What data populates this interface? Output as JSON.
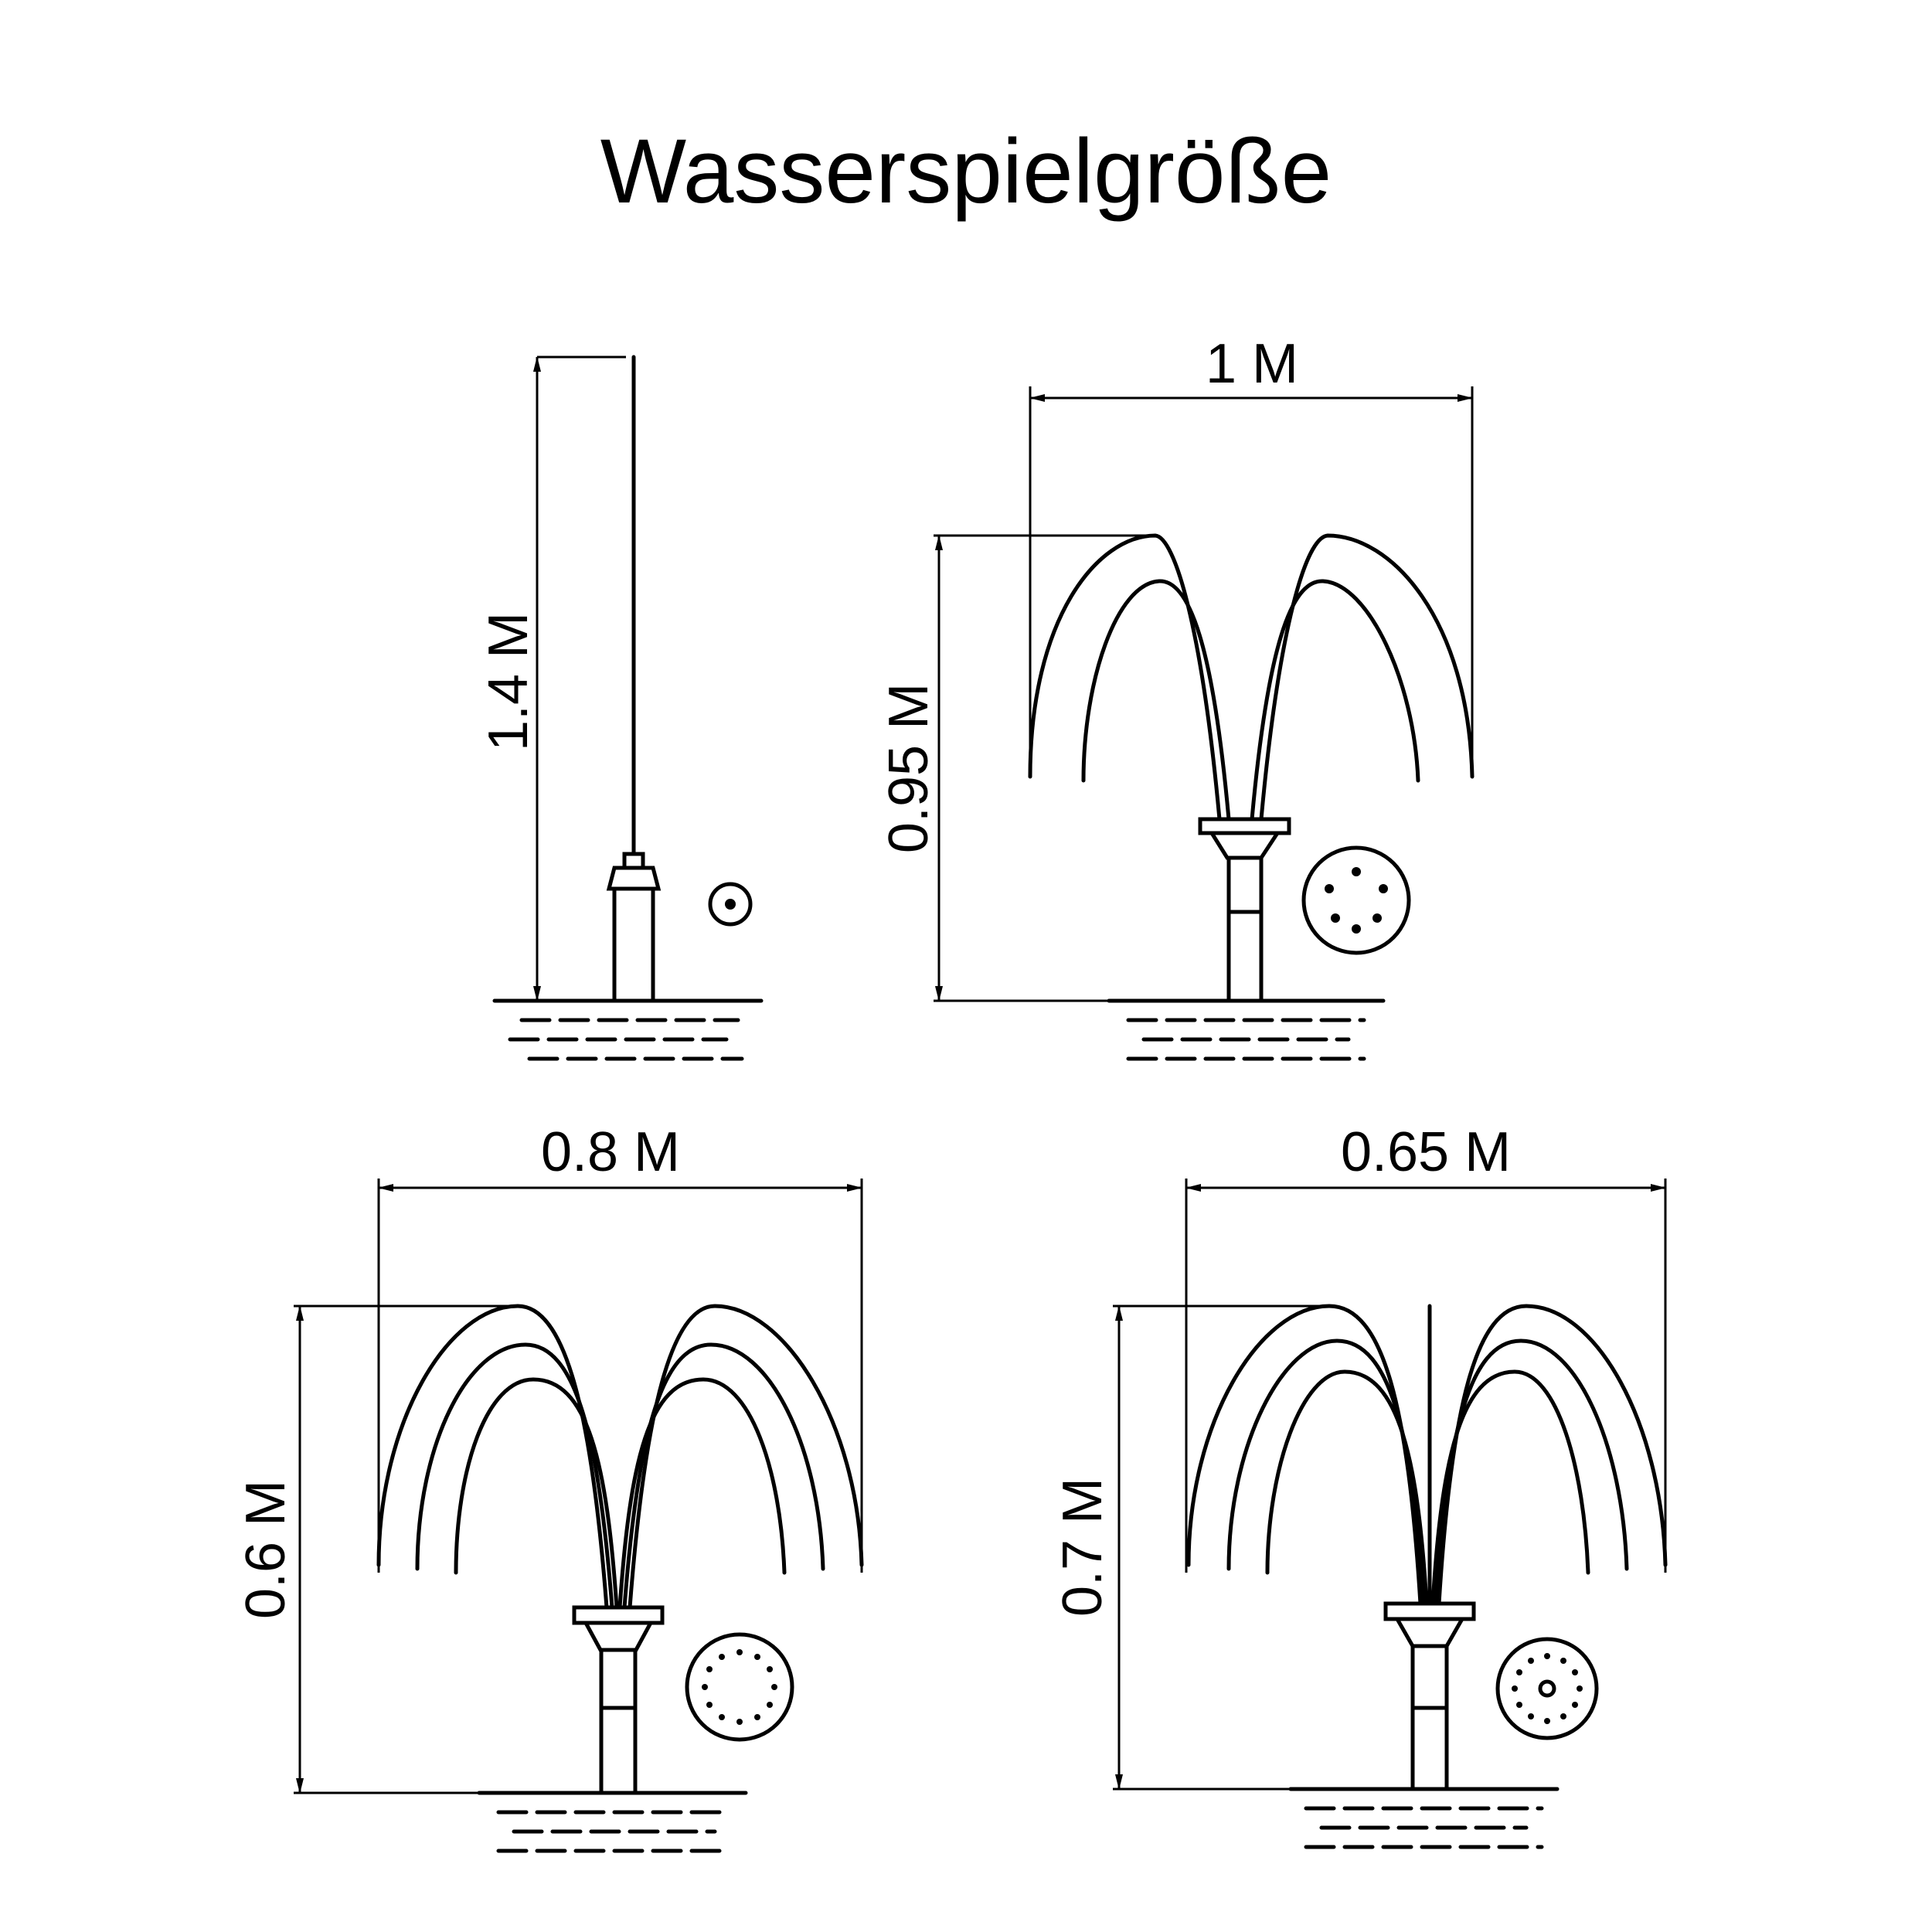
{
  "title": "Wasserspielgröße",
  "figures": [
    {
      "id": "single-jet",
      "height_label": "1.4 M"
    },
    {
      "id": "fan-1m",
      "width_label": "1 M",
      "height_label": "0.95 M"
    },
    {
      "id": "fan-0-8m",
      "width_label": "0.8 M",
      "height_label": "0.6 M"
    },
    {
      "id": "fan-0-65m",
      "width_label": "0.65 M",
      "height_label": "0.7 M"
    }
  ]
}
